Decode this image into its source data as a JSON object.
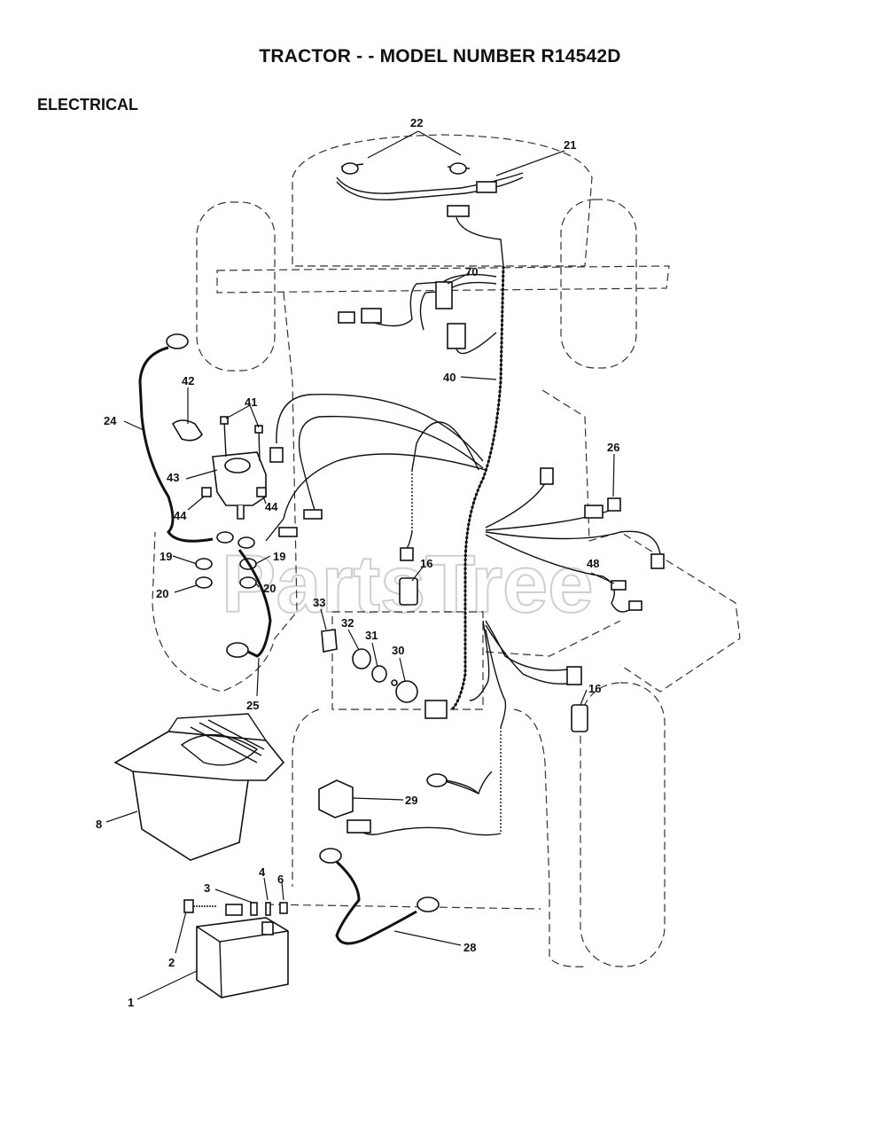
{
  "header": {
    "title": "TRACTOR - - MODEL NUMBER R14542D",
    "section": "ELECTRICAL"
  },
  "watermark": "PartsTree",
  "callouts": {
    "c1": "1",
    "c2": "2",
    "c3": "3",
    "c4": "4",
    "c6": "6",
    "c8": "8",
    "c16a": "16",
    "c16b": "16",
    "c19a": "19",
    "c19b": "19",
    "c20a": "20",
    "c20b": "20",
    "c21": "21",
    "c22": "22",
    "c24": "24",
    "c25": "25",
    "c26": "26",
    "c28": "28",
    "c29": "29",
    "c30": "30",
    "c31": "31",
    "c32": "32",
    "c33": "33",
    "c40": "40",
    "c41": "41",
    "c42": "42",
    "c43": "43",
    "c44a": "44",
    "c44b": "44",
    "c48": "48",
    "c70": "70"
  }
}
